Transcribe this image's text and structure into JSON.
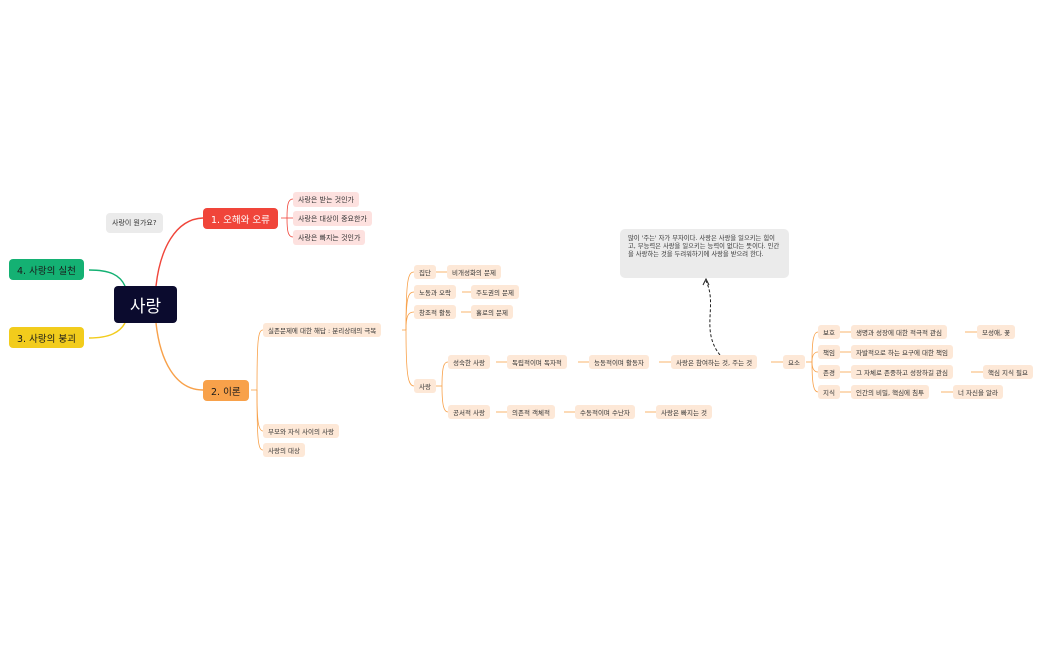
{
  "root": {
    "label": "사랑"
  },
  "floating_topic": "사랑이 뭔가요?",
  "branches": {
    "b1": {
      "label": "1. 오해와 오류",
      "children": [
        "사랑은 받는 것인가",
        "사랑은 대상이 중요한가",
        "사랑은 빠지는 것인가"
      ]
    },
    "b2": {
      "label": "2. 이론",
      "existential": "실존문제에 대한 해답 : 분리상태의 극복",
      "group": "집단",
      "group_child": "비개성화의 문제",
      "labor": "노동과 오락",
      "labor_child": "주도권의 문제",
      "creative": "창조적 활동",
      "creative_child": "홀로의 문제",
      "love": "사랑",
      "mature": "성숙한 사랑",
      "mature_chain": [
        "독립적이며 독자적",
        "능동적이며 활동자",
        "사랑은 참여하는 것, 주는 것",
        "요소"
      ],
      "elements": [
        {
          "label": "보호",
          "desc": "생명과 성장에 대한 적극적 관심",
          "extra": "모성애, 꽃"
        },
        {
          "label": "책임",
          "desc": "자발적으로 하는 요구에 대한 책임",
          "extra": ""
        },
        {
          "label": "존경",
          "desc": "그 자체로 존중하고 성장하길 관심",
          "extra": "핵심 지식 필요"
        },
        {
          "label": "지식",
          "desc": "인간의 비밀, 핵심에 침투",
          "extra": "너 자신을 알라"
        }
      ],
      "symbiotic": "공서적 사랑",
      "symbiotic_chain": [
        "의존적 객체적",
        "수동적이며 수난자",
        "사랑은 빠지는 것"
      ],
      "parent_child": "부모와 자식 사이의 사랑",
      "objects": "사랑의 대상"
    },
    "b3": {
      "label": "3. 사랑의 붕괴"
    },
    "b4": {
      "label": "4. 사랑의 실천"
    }
  },
  "callout": "많이 '주는' 자가 부자이다. 사랑은 사랑을 일으키는 힘이고, 무능력은 사랑을 일으키는 능력이 없다는 뜻이다. 인간을 사랑하는 것을 두려워하기에 사랑을 받으려 한다.",
  "colors": {
    "root": "#0b0b2e",
    "branch1": "#f0453a",
    "branch2": "#f8a14a",
    "branch3": "#f2cc1c",
    "branch4": "#14b173",
    "subtopic_red": "#fde1df",
    "subtopic_orange": "#fde8d7",
    "note_bg": "#ebebeb"
  }
}
